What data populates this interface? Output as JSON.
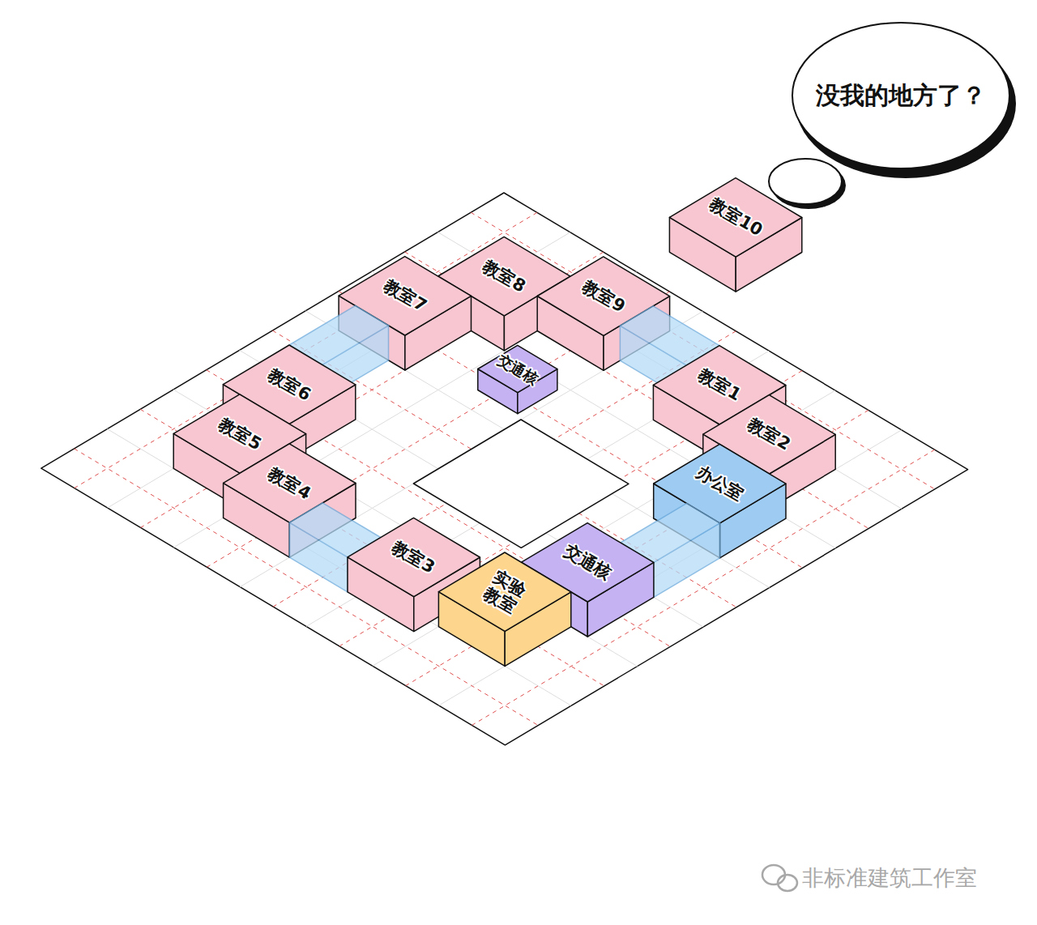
{
  "diagram": {
    "nodes": [
      {
        "text": [
          "没我的地方了？"
        ]
      },
      {
        "text": [
          "教室10"
        ]
      },
      {
        "text": [
          "教室8"
        ]
      },
      {
        "text": [
          "教室7"
        ]
      },
      {
        "text": [
          "教室9"
        ]
      },
      {
        "text": [
          "交通核"
        ]
      },
      {
        "text": [
          "教室6"
        ]
      },
      {
        "text": [
          "教室1"
        ]
      },
      {
        "text": [
          "教室5"
        ]
      },
      {
        "text": [
          "教室2"
        ]
      },
      {
        "text": [
          "教室4"
        ]
      },
      {
        "text": [
          "办公室"
        ]
      },
      {
        "text": [
          "教室3"
        ]
      },
      {
        "text": [
          "实验 教室"
        ]
      },
      {
        "text": [
          "交通核"
        ]
      }
    ],
    "labels": [
      "非标准建筑工作室"
    ]
  }
}
